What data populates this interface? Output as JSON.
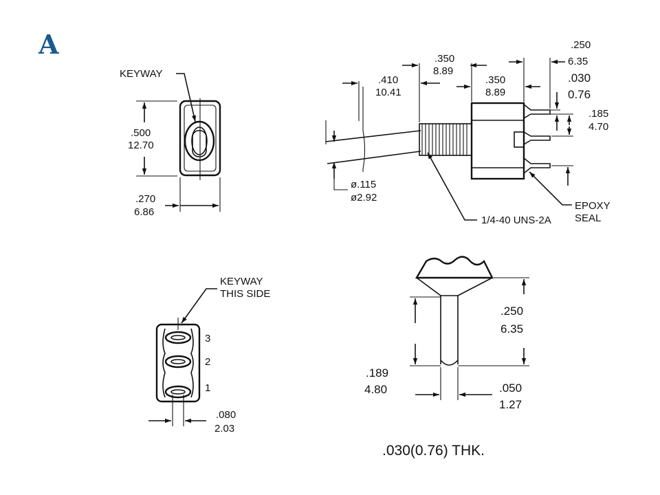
{
  "heading": {
    "letter": "A",
    "color": "#1a5a8c"
  },
  "front_view": {
    "keyway_label": "KEYWAY",
    "height_in": ".500",
    "height_mm": "12.70",
    "width_in": ".270",
    "width_mm": "6.86"
  },
  "side_view": {
    "bushing_len_in": ".410",
    "bushing_len_mm": "10.41",
    "body_len_in": ".350",
    "body_len_mm": "8.89",
    "case_len_in": ".350",
    "case_len_mm": "8.89",
    "term_len_in": ".250",
    "term_len_mm": "6.35",
    "term_thk_in": ".030",
    "term_thk_mm": "0.76",
    "term_pitch_in": ".185",
    "term_pitch_mm": "4.70",
    "lever_dia_in": "ø.115",
    "lever_dia_mm": "ø2.92",
    "thread_label": "1/4-40 UNS-2A",
    "epoxy_line1": "EPOXY",
    "epoxy_line2": "SEAL"
  },
  "bottom_view": {
    "keyway_line1": "KEYWAY",
    "keyway_line2": "THIS SIDE",
    "pin_numbers": [
      "3",
      "2",
      "1"
    ],
    "slot_in": ".080",
    "slot_mm": "2.03"
  },
  "terminal_detail": {
    "length_in": ".250",
    "length_mm": "6.35",
    "width_in": ".189",
    "width_mm": "4.80",
    "hole_in": ".050",
    "hole_mm": "1.27",
    "thickness_note": ".030(0.76) THK."
  },
  "icons": [
    "arrowhead-icon",
    "leader-arrow-icon"
  ]
}
